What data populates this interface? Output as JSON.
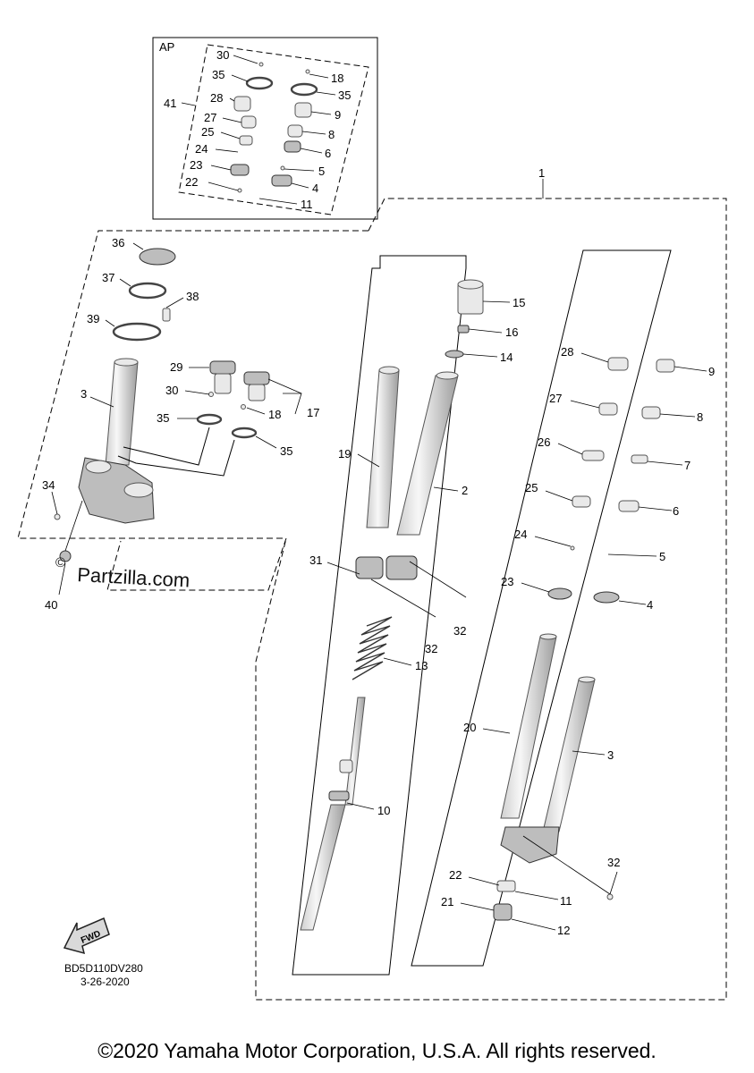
{
  "ap_box": {
    "label": "AP"
  },
  "callouts": {
    "ap_30": "30",
    "ap_35a": "35",
    "ap_41": "41",
    "ap_28": "28",
    "ap_27": "27",
    "ap_25": "25",
    "ap_24": "24",
    "ap_23": "23",
    "ap_22": "22",
    "ap_18": "18",
    "ap_35b": "35",
    "ap_9": "9",
    "ap_8": "8",
    "ap_6": "6",
    "ap_5": "5",
    "ap_4": "4",
    "ap_11": "11",
    "main_1": "1",
    "l_36": "36",
    "l_37": "37",
    "l_38": "38",
    "l_39": "39",
    "l_3": "3",
    "l_29": "29",
    "l_30": "30",
    "l_18": "18",
    "l_17": "17",
    "l_35a": "35",
    "l_35b": "35",
    "l_34": "34",
    "l_40": "40",
    "c_15": "15",
    "c_16": "16",
    "c_14": "14",
    "c_19": "19",
    "c_2": "2",
    "c_31": "31",
    "c_32a": "32",
    "c_32b": "32",
    "c_13": "13",
    "c_10": "10",
    "r_28": "28",
    "r_9": "9",
    "r_27": "27",
    "r_8": "8",
    "r_26": "26",
    "r_7": "7",
    "r_25": "25",
    "r_6": "6",
    "r_24": "24",
    "r_5": "5",
    "r_23": "23",
    "r_4": "4",
    "r_20": "20",
    "r_3": "3",
    "r_32": "32",
    "r_22": "22",
    "r_11": "11",
    "r_21": "21",
    "r_12": "12"
  },
  "watermark": "Partzilla.com",
  "fwd_label": "FWD",
  "drawing_code": "BD5D110DV280",
  "drawing_date": "3-26-2020",
  "copyright": "©2020 Yamaha Motor Corporation, U.S.A. All rights reserved."
}
